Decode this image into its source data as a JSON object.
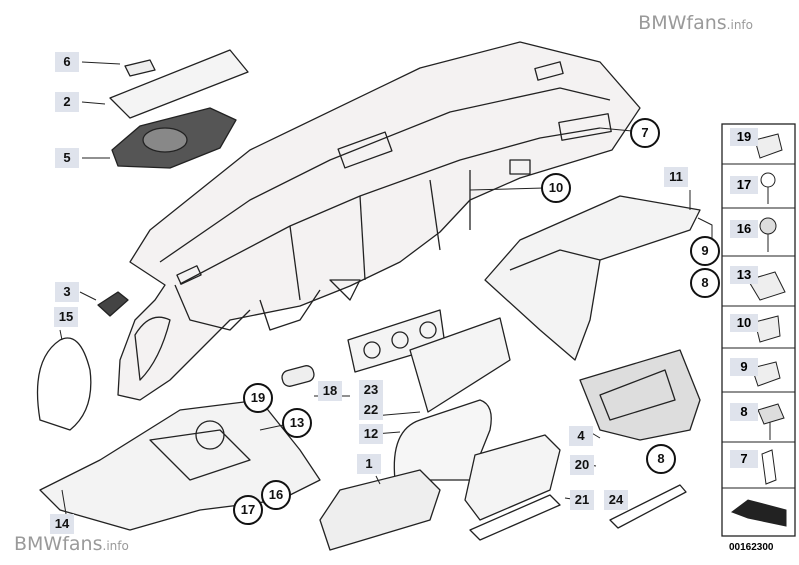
{
  "watermark": {
    "brand": "BMWfans",
    "suffix": ".info"
  },
  "doc_number": "00162300",
  "parts_panel": [
    "19",
    "17",
    "16",
    "13",
    "10",
    "9",
    "8",
    "7"
  ],
  "square_labels": {
    "l6": "6",
    "l2": "2",
    "l5": "5",
    "l3": "3",
    "l15": "15",
    "l14": "14",
    "l11": "11",
    "l18": "18",
    "l23": "23",
    "l22": "22",
    "l12": "12",
    "l1": "1",
    "l4": "4",
    "l20": "20",
    "l21": "21",
    "l24": "24"
  },
  "circle_labels": {
    "c7": "7",
    "c10": "10",
    "c9": "9",
    "c8a": "8",
    "c19": "19",
    "c13": "13",
    "c16": "16",
    "c17": "17",
    "c8b": "8"
  }
}
